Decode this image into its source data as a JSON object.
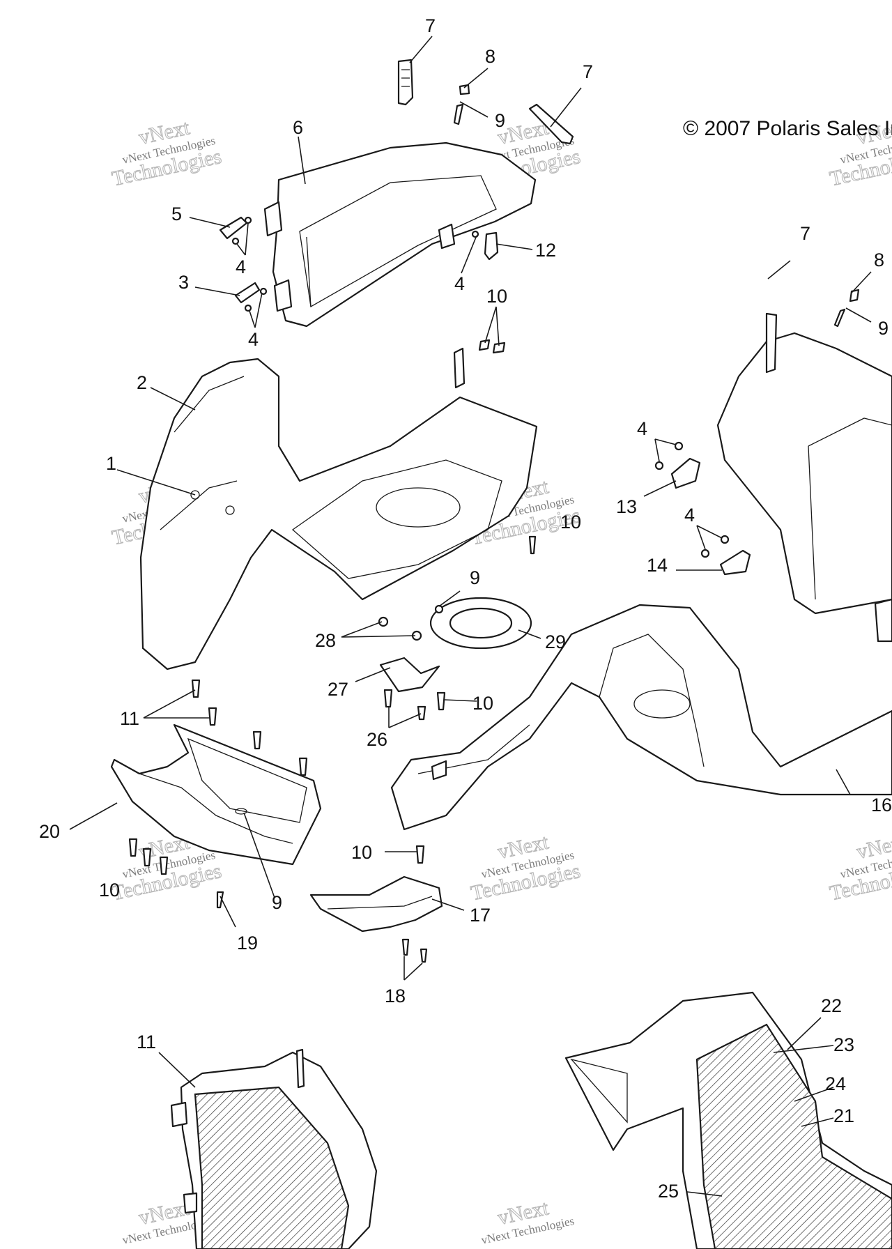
{
  "copyright": "© 2007 Polaris Sales In",
  "watermark": {
    "line1": "vNext Technologies",
    "line2": "vNext",
    "line3": "Technologies"
  },
  "callouts": [
    "1",
    "2",
    "3",
    "4",
    "5",
    "6",
    "7",
    "8",
    "9",
    "10",
    "11",
    "12",
    "13",
    "14",
    "16",
    "17",
    "18",
    "19",
    "20",
    "21",
    "22",
    "23",
    "24",
    "25",
    "26",
    "27",
    "28",
    "29"
  ]
}
